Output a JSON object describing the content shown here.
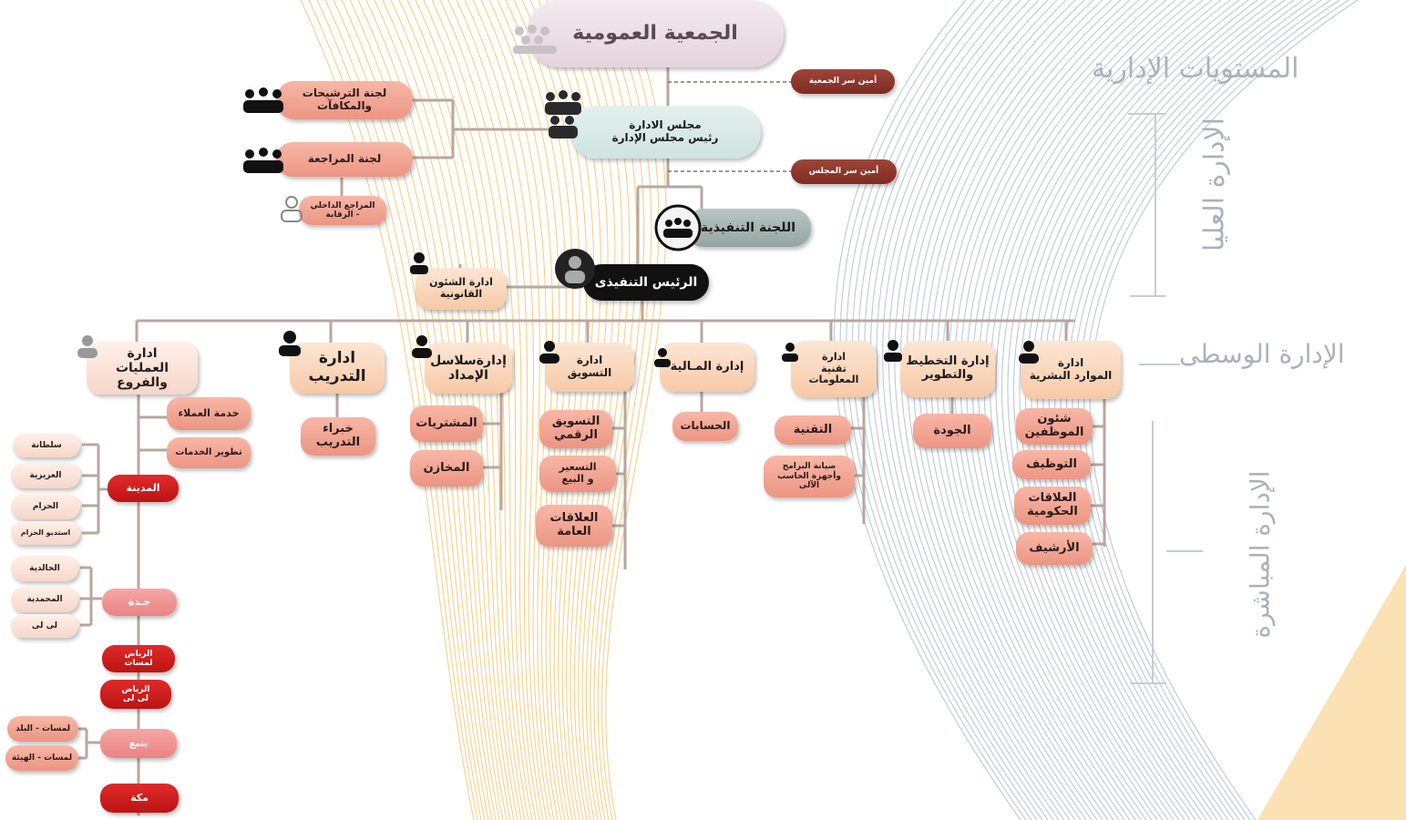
{
  "tiers": {
    "title": "المستويات الإدارية",
    "top": "الإدارة العليا",
    "middle": "الإدارة الوسطى",
    "direct": "الإدارة المباشرة"
  },
  "top": {
    "general_assembly": "الجمعية العمومية",
    "assembly_secretary": "أمين سر الجمعية",
    "board_line1": "مجلس الادارة",
    "board_line2": "رئيس مجلس الإدارة",
    "board_secretary": "أمين سر المجلس",
    "nominations_line1": "لجنة الترشيحات",
    "nominations_line2": "والمكافآت",
    "audit_committee": "لجنة المراجعة",
    "internal_auditor_line1": "المراجع الداخلي",
    "internal_auditor_line2": "- الرقابة",
    "executive_committee": "اللجنة التنفيذية",
    "ceo": "الرئيس التنفيذى",
    "legal_line1": "ادارة الشئون",
    "legal_line2": "القانونية"
  },
  "departments": {
    "hr_line1": "ادارة",
    "hr_line2": "الموارد البشرية",
    "planning_line1": "إدارة التخطيط",
    "planning_line2": "والتطوير",
    "it_line1": "ادارة",
    "it_line2": "تقنية",
    "it_line3": "المعلومات",
    "finance": "إدارة المـالية",
    "marketing_line1": "ادارة",
    "marketing_line2": "التسويق",
    "supply_line1": "إدارةسلاسل",
    "supply_line2": "الإمداد",
    "training": "ادارة التدريب",
    "ops_line1": "ادارة",
    "ops_line2": "العمليات والفروع"
  },
  "units": {
    "hr_affairs_line1": "شئون",
    "hr_affairs_line2": "الموظفين",
    "hr_recruitment": "التوظيف",
    "hr_gov_line1": "العلاقات",
    "hr_gov_line2": "الحكومية",
    "hr_archive": "الأرشيف",
    "quality": "الجودة",
    "it_tech": "التقنية",
    "it_maint_line1": "صيانة البرامج",
    "it_maint_line2": "وأجهزة الحاسب",
    "it_maint_line3": "الآلى",
    "accounts": "الحسابات",
    "digital_line1": "التسويق",
    "digital_line2": "الرقمي",
    "pricing_line1": "التسعير",
    "pricing_line2": "و البيع",
    "pr_line1": "العلاقات",
    "pr_line2": "العامة",
    "purchases": "المشتريات",
    "stores": "المخازن",
    "trainers_line1": "خبراء",
    "trainers_line2": "التدريب",
    "customer_service": "خدمة العملاء",
    "services_dev": "تطوير الخدمات"
  },
  "branches": {
    "madinah": "المدينة",
    "sultana": "سلطانة",
    "aziziyah": "العزيزية",
    "hizam": "الحزام",
    "studio_hizam": "استديو الحزام",
    "jeddah": "جـدة",
    "khalidiyah": "الخالدية",
    "muhammadiyah": "المحمدية",
    "lili": "لى لى",
    "riyadh_lamasat_line1": "الرياض",
    "riyadh_lamasat_line2": "لمسات",
    "riyadh_lili_line1": "الرياض",
    "riyadh_lili_line2": "لى لى",
    "yanbu": "ينبع",
    "lamasat_balad": "لمسات - البلد",
    "lamasat_hayaa": "لمسات - الهيئة",
    "makkah": "مكة"
  },
  "colors": {
    "peach": "#f7c9a7",
    "salmon": "#ec9583",
    "red": "#c81b1b",
    "maroon": "#8a332a",
    "connector": "#b8a79e",
    "tier_text": "#a9b1bd"
  },
  "icons": [
    "group-icon",
    "person-icon",
    "user-outline-icon",
    "executive-badge-icon"
  ]
}
